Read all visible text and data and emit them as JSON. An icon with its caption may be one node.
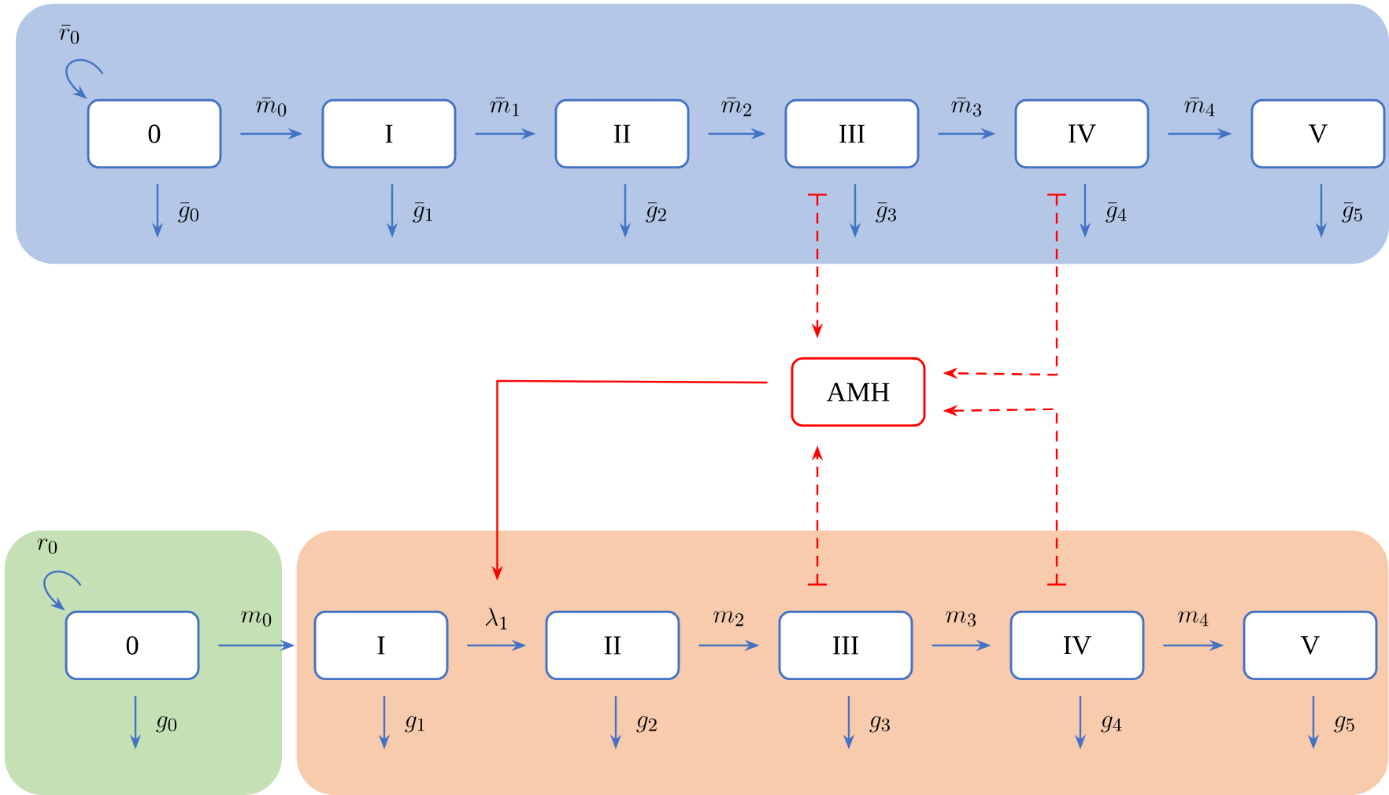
{
  "diagram": {
    "nodes": [
      {
        "text": [],
        "shape": "box"
      },
      {
        "text": [
          "0"
        ],
        "in": 0
      },
      {
        "text": [
          "I"
        ],
        "in": 0
      },
      {
        "text": [
          "II"
        ],
        "in": 0
      },
      {
        "text": [
          "III"
        ],
        "in": 0
      },
      {
        "text": [
          "IV"
        ],
        "in": 0
      },
      {
        "text": [
          "V"
        ],
        "in": 0
      },
      {
        "text": [
          "AMH"
        ]
      },
      {
        "text": [],
        "shape": "box"
      },
      {
        "text": [
          "0"
        ],
        "in": 8
      },
      {
        "text": [],
        "shape": "box"
      },
      {
        "text": [
          "I"
        ],
        "in": 10
      },
      {
        "text": [
          "II"
        ],
        "in": 10
      },
      {
        "text": [
          "III"
        ],
        "in": 10
      },
      {
        "text": [
          "IV"
        ],
        "in": 10
      },
      {
        "text": [
          "V"
        ],
        "in": 10
      }
    ],
    "edges": [
      {
        "from": 1,
        "to": 1,
        "arrow": "to",
        "label": "\\bar{r}_0"
      },
      {
        "from": 1,
        "to": 2,
        "arrow": "to",
        "label": "\\bar{m}_0"
      },
      {
        "from": 2,
        "to": 3,
        "arrow": "to",
        "label": "\\bar{m}_1"
      },
      {
        "from": 3,
        "to": 4,
        "arrow": "to",
        "label": "\\bar{m}_2"
      },
      {
        "from": 4,
        "to": 5,
        "arrow": "to",
        "label": "\\bar{m}_3"
      },
      {
        "from": 5,
        "to": 6,
        "arrow": "to",
        "label": "\\bar{m}_4"
      },
      {
        "from": 1,
        "to": null,
        "arrow": "to",
        "label": "\\bar{g}_0"
      },
      {
        "from": 2,
        "to": null,
        "arrow": "to",
        "label": "\\bar{g}_1"
      },
      {
        "from": 3,
        "to": null,
        "arrow": "to",
        "label": "\\bar{g}_2"
      },
      {
        "from": 4,
        "to": null,
        "arrow": "to",
        "label": "\\bar{g}_3"
      },
      {
        "from": 5,
        "to": null,
        "arrow": "to",
        "label": "\\bar{g}_4"
      },
      {
        "from": 6,
        "to": null,
        "arrow": "to",
        "label": "\\bar{g}_5"
      },
      {
        "from": 4,
        "to": 7,
        "arrow": "to",
        "style": "dashed",
        "color": "#ff0000"
      },
      {
        "from": 5,
        "to": 7,
        "arrow": "to",
        "style": "dashed",
        "color": "#ff0000"
      },
      {
        "from": 7,
        "to": null,
        "arrow": "to",
        "color": "#ff0000"
      },
      {
        "from": 13,
        "to": 7,
        "arrow": "to",
        "style": "dashed",
        "color": "#ff0000"
      },
      {
        "from": 14,
        "to": 7,
        "arrow": "to",
        "style": "dashed",
        "color": "#ff0000"
      },
      {
        "from": 9,
        "to": 9,
        "arrow": "to",
        "label": "r_0"
      },
      {
        "from": 9,
        "to": 11,
        "arrow": "to",
        "label": "m_0"
      },
      {
        "from": 11,
        "to": 12,
        "arrow": "to",
        "label": "\\lambda_1"
      },
      {
        "from": 12,
        "to": 13,
        "arrow": "to",
        "label": "m_2"
      },
      {
        "from": 13,
        "to": 14,
        "arrow": "to",
        "label": "m_3"
      },
      {
        "from": 14,
        "to": 15,
        "arrow": "to",
        "label": "m_4"
      },
      {
        "from": 9,
        "to": null,
        "arrow": "to",
        "label": "g_0"
      },
      {
        "from": 11,
        "to": null,
        "arrow": "to",
        "label": "g_1"
      },
      {
        "from": 12,
        "to": null,
        "arrow": "to",
        "label": "g_2"
      },
      {
        "from": 13,
        "to": null,
        "arrow": "to",
        "label": "g_3"
      },
      {
        "from": 14,
        "to": null,
        "arrow": "to",
        "label": "g_4"
      },
      {
        "from": 15,
        "to": null,
        "arrow": "to",
        "label": "g_5"
      }
    ]
  }
}
